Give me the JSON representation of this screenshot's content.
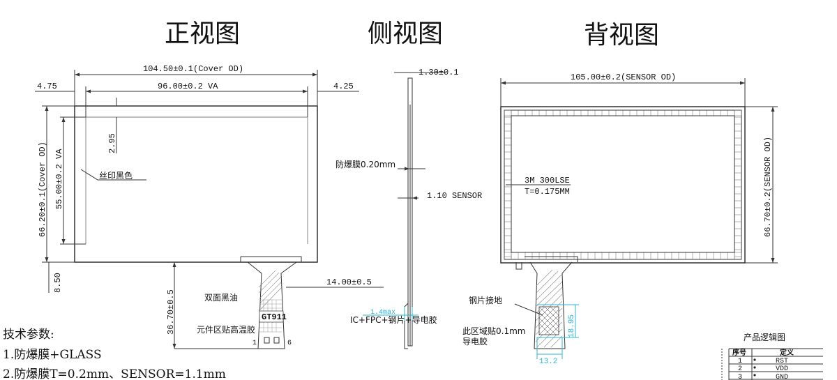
{
  "views": {
    "front": "正视图",
    "side": "侧视图",
    "back": "背视图"
  },
  "front": {
    "cover_od_width": "104.50±0.1(Cover OD)",
    "va_width": "96.00±0.2 VA",
    "left_margin": "4.75",
    "right_margin": "4.25",
    "top_margin": "2.95",
    "cover_od_height": "66.20±0.1(Cover OD)",
    "va_height": "55.00±0.2 VA",
    "silk_print": "丝印黑色",
    "bottom_margin": "8.50",
    "fpc_length": "36.70±0.5",
    "fpc_width": "14.00±0.5",
    "double_oil": "双面黑油",
    "ic_label": "GT911",
    "component_area": "元件区贴高温胶",
    "pin_first": "1",
    "pin_last": "6"
  },
  "side": {
    "total_thickness": "1.30±0.1",
    "film": "防爆膜0.20mm",
    "sensor": "1.10 SENSOR",
    "max_thickness": "1.4max",
    "stack_note": "IC+FPC+钢片+导电胶"
  },
  "back": {
    "sensor_width": "105.00±0.2(SENSOR OD)",
    "sensor_height": "66.70±0.2(SENSOR OD)",
    "tape_name": "3M 300LSE",
    "tape_thickness": "T=0.175MM",
    "steel_ground": "钢片接地",
    "area_note_1": "此区域贴0.1mm",
    "area_note_2": "导电胶",
    "stiffener_h": "18.95",
    "stiffener_w": "13.2"
  },
  "specs": {
    "heading": "技术参数:",
    "items": [
      "1.防爆膜+GLASS",
      "2.防爆膜T=0.2mm、SENSOR=1.1mm"
    ]
  },
  "logic_table": {
    "title": "产品逻辑图",
    "headers": [
      "序号",
      "定义"
    ],
    "rows": [
      {
        "no": "1",
        "def": "RST"
      },
      {
        "no": "2",
        "def": "VDD"
      },
      {
        "no": "3",
        "def": "GND"
      }
    ]
  }
}
